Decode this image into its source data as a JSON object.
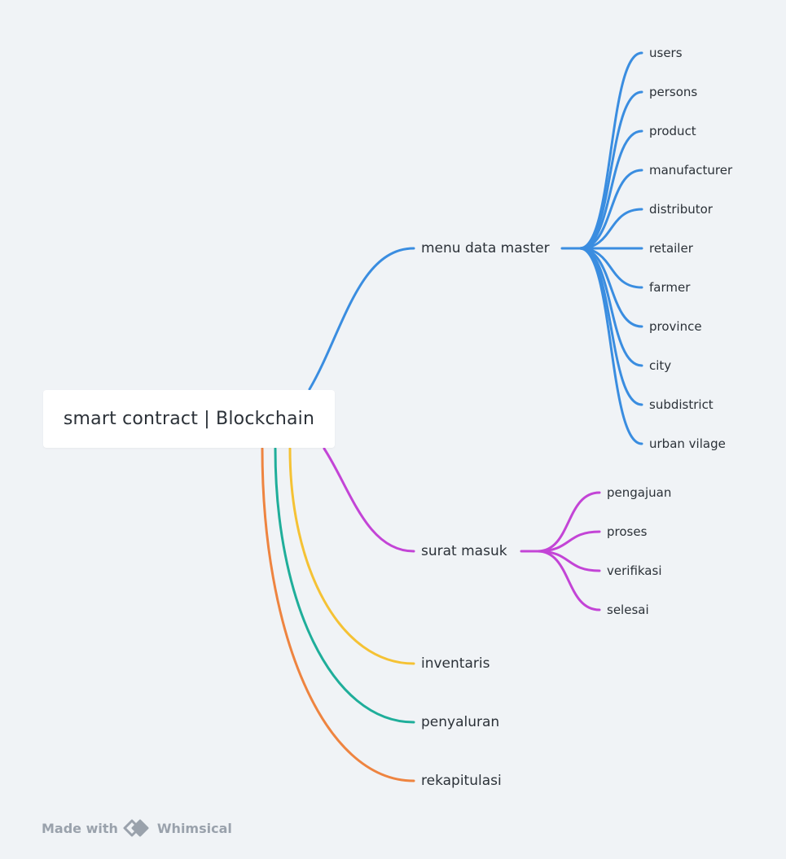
{
  "root": {
    "label": "smart contract | Blockchain"
  },
  "branches": [
    {
      "id": "menu-data-master",
      "label": "menu data master",
      "color": "#3a8de0",
      "children": [
        "users",
        "persons",
        "product",
        "manufacturer",
        "distributor",
        "retailer",
        "farmer",
        "province",
        "city",
        "subdistrict",
        "urban vilage"
      ]
    },
    {
      "id": "surat-masuk",
      "label": "surat masuk",
      "color": "#c344d6",
      "children": [
        "pengajuan",
        "proses",
        "verifikasi",
        "selesai"
      ]
    },
    {
      "id": "inventaris",
      "label": "inventaris",
      "color": "#f5c234",
      "children": []
    },
    {
      "id": "penyaluran",
      "label": "penyaluran",
      "color": "#1fae9a",
      "children": []
    },
    {
      "id": "rekapitulasi",
      "label": "rekapitulasi",
      "color": "#ee8440",
      "children": []
    }
  ],
  "footer": {
    "made_with": "Made with",
    "brand": "Whimsical",
    "logo_icon": "whimsical-logo-icon"
  }
}
